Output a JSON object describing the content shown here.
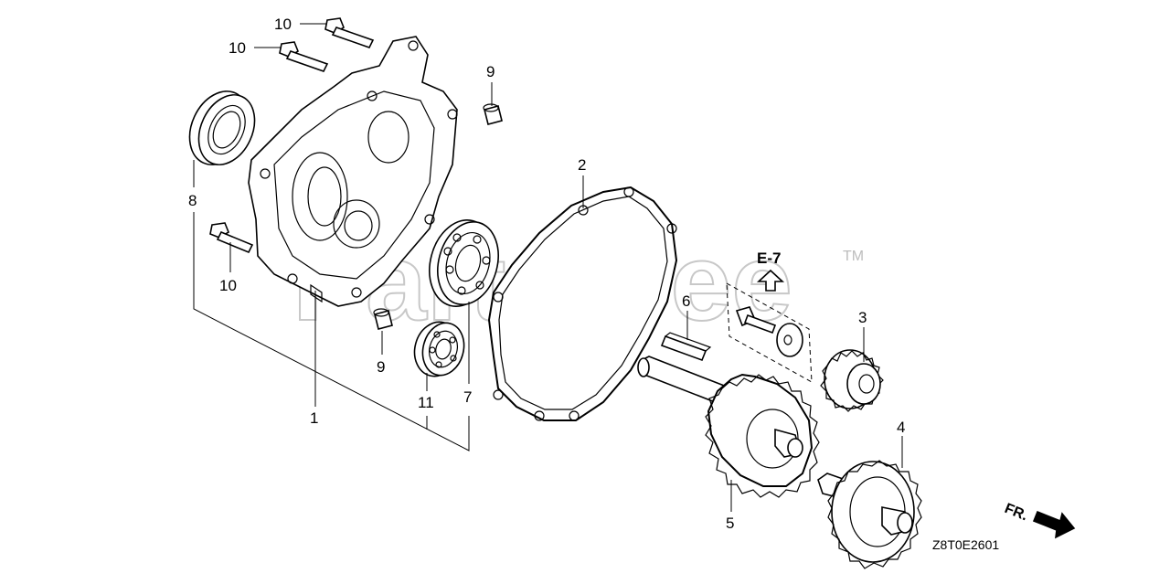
{
  "watermark": {
    "text": "PartsTree",
    "trademark": "TM"
  },
  "callouts": {
    "c1": "1",
    "c2": "2",
    "c3": "3",
    "c4": "4",
    "c5": "5",
    "c6": "6",
    "c7": "7",
    "c8": "8",
    "c9a": "9",
    "c9b": "9",
    "c10a": "10",
    "c10b": "10",
    "c10c": "10",
    "c11": "11"
  },
  "reference": {
    "label": "E-7"
  },
  "direction": {
    "label": "FR."
  },
  "diagram_code": "Z8T0E2601"
}
